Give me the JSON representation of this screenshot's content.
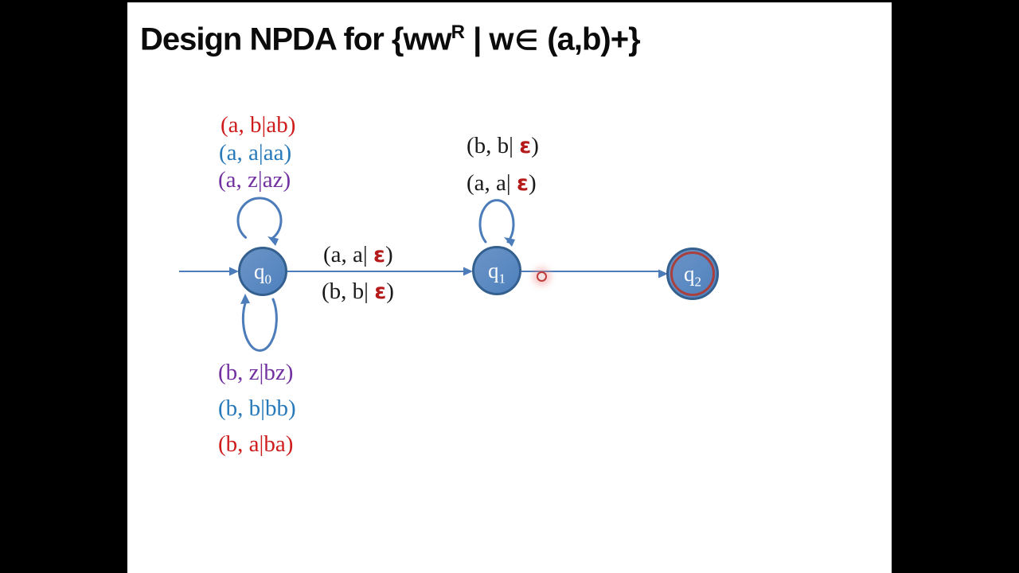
{
  "title": {
    "text_pre": "Design NPDA for {ww",
    "superscript": "R",
    "text_mid": " | w",
    "element_symbol": "∈",
    "text_post": " (a,b)+}"
  },
  "states": [
    {
      "name": "q0",
      "base": "q",
      "sub": "0",
      "type": "initial"
    },
    {
      "name": "q1",
      "base": "q",
      "sub": "1",
      "type": "normal"
    },
    {
      "name": "q2",
      "base": "q",
      "sub": "2",
      "type": "accepting"
    }
  ],
  "transitions": {
    "q0_self_loop_top": {
      "labels": [
        {
          "text": "(a, b|ab)",
          "color": "#cf1d1d"
        },
        {
          "text": "(a, a|aa)",
          "color": "#2779b9"
        },
        {
          "text": "(a, z|az)",
          "color": "#7231a0"
        }
      ]
    },
    "q0_self_loop_bottom": {
      "labels": [
        {
          "text": "(b, z|bz)",
          "color": "#7231a0"
        },
        {
          "text": "(b, b|bb)",
          "color": "#2779b9"
        },
        {
          "text": "(b, a|ba)",
          "color": "#cf1d1d"
        }
      ]
    },
    "q0_to_q1": {
      "labels": [
        {
          "pre": "(a, a| ",
          "eps": "ε",
          "post": ")"
        },
        {
          "pre": "(b, b| ",
          "eps": "ε",
          "post": ")"
        }
      ]
    },
    "q1_self_loop": {
      "labels": [
        {
          "pre": "(b, b| ",
          "eps": "ε",
          "post": ")"
        },
        {
          "pre": "(a, a| ",
          "eps": "ε",
          "post": ")"
        }
      ]
    },
    "q1_to_q2": {
      "labels": []
    }
  },
  "colors": {
    "letterbox": "#000000",
    "slide_bg": "#ffffff",
    "arrow_blue": "#4c7cb9",
    "state_fill": "#4f81bd",
    "state_fill_light": "#6b94c7",
    "state_border": "#34608f",
    "accept_inner_ring": "#a9403d",
    "epsilon_red": "#b51a1a",
    "label_red": "#cf1d1d",
    "label_blue": "#2779b9",
    "label_purple": "#7231a0",
    "laser_red": "#c23b3b"
  }
}
